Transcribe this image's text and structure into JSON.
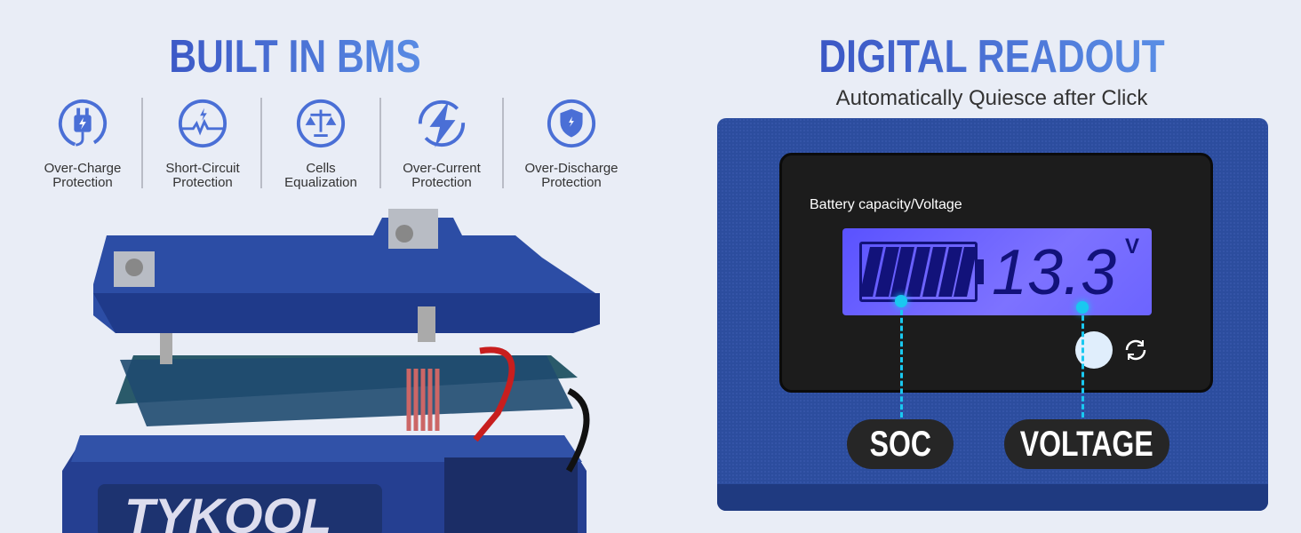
{
  "left": {
    "title": "BUILT IN BMS",
    "features": [
      {
        "icon": "plug-icon",
        "line1": "Over-Charge",
        "line2": "Protection"
      },
      {
        "icon": "short-circuit-icon",
        "line1": "Short-Circuit",
        "line2": "Protection"
      },
      {
        "icon": "balance-scale-icon",
        "line1": "Cells",
        "line2": "Equalization"
      },
      {
        "icon": "lightning-icon",
        "line1": "Over-Current",
        "line2": "Protection"
      },
      {
        "icon": "shield-icon",
        "line1": "Over-Discharge",
        "line2": "Protection"
      }
    ],
    "brand_logo": "TYKOOL"
  },
  "right": {
    "title": "DIGITAL READOUT",
    "subtitle": "Automatically Quiesce after Click",
    "display_label": "Battery capacity/Voltage",
    "voltage": "13.3",
    "unit": "V",
    "battery_level_bars": 7,
    "soc_label": "SOC",
    "voltage_label": "VOLTAGE"
  },
  "colors": {
    "accent": "#3f5fcc",
    "panel": "#2c4d9e",
    "lcd": "#6a62ff",
    "pointer": "#19c8f0"
  }
}
